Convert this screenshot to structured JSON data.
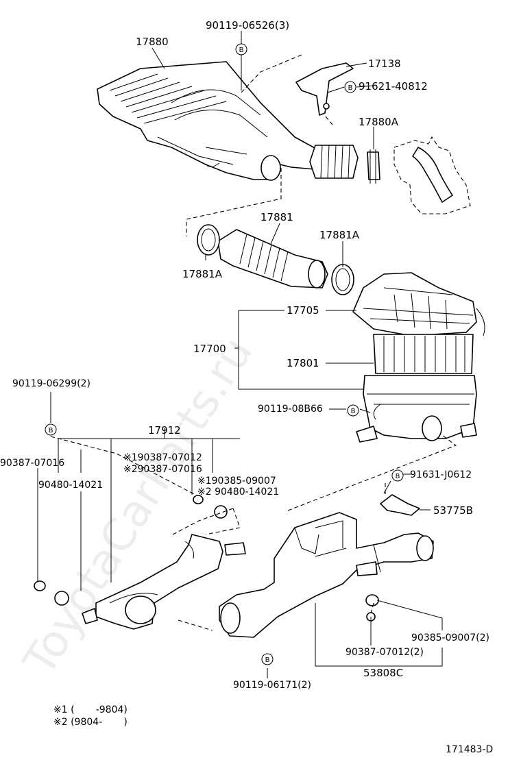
{
  "watermark": "ToyotaCarParts.ru",
  "bolt_symbol": "B",
  "labels": {
    "p17880": "17880",
    "p90119_06526": "90119-06526(3)",
    "p17138": "17138",
    "p91621_40812": "91621-40812",
    "p17880A": "17880A",
    "p17881": "17881",
    "p17881A_right": "17881A",
    "p17881A_left": "17881A",
    "p17705": "17705",
    "p17700": "17700",
    "p17801": "17801",
    "p90119_08B66": "90119-08B66",
    "p90119_06299": "90119-06299(2)",
    "p17912": "17912",
    "p90387_07016": "90387-07016",
    "p90480_14021": "90480-14021",
    "n1_90387_07012": "※190387-07012",
    "n2_90387_07016": "※290387-07016",
    "n1_90385_09007": "※190385-09007",
    "n2_90480_14021": "※2 90480-14021",
    "p91631_J0612": "91631-J0612",
    "p53775B": "53775B",
    "p90385_09007": "90385-09007(2)",
    "p90387_07012": "90387-07012(2)",
    "p53808C": "53808C",
    "p90119_06171": "90119-06171(2)"
  },
  "notes": {
    "note1": "※1 (       -9804)",
    "note2": "※2 (9804-       )"
  },
  "diagram_id": "171483-D"
}
